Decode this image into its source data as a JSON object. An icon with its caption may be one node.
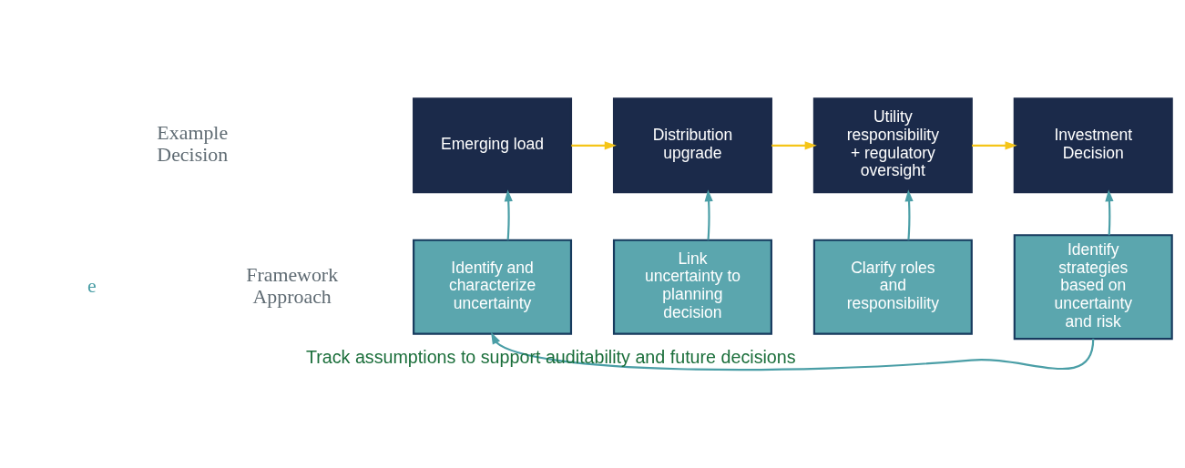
{
  "diagram": {
    "nodes": [
      {
        "text": [
          "Emerging load"
        ]
      },
      {
        "text": [
          "Distribution upgrade"
        ]
      },
      {
        "text": [
          "Utility responsibility + regulatory oversight"
        ]
      },
      {
        "text": [
          "Investment Decision"
        ]
      },
      {
        "text": [
          "Identify and characterize uncertainty"
        ]
      },
      {
        "text": [
          "Link uncertainty to planning decision"
        ]
      },
      {
        "text": [
          "Clarify roles and responsibility"
        ]
      },
      {
        "text": [
          "Identify strategies based on uncertainty and risk"
        ]
      }
    ],
    "edges": [
      {
        "from": 0,
        "to": 1,
        "arrow": "to",
        "color": "#f5c518"
      },
      {
        "from": 1,
        "to": 2,
        "arrow": "to",
        "color": "#f5c518"
      },
      {
        "from": 2,
        "to": 3,
        "arrow": "to",
        "color": "#f5c518"
      },
      {
        "from": 4,
        "to": 0,
        "arrow": "to"
      },
      {
        "from": 5,
        "to": 1,
        "arrow": "to"
      },
      {
        "from": 6,
        "to": 2,
        "arrow": "to"
      },
      {
        "from": 7,
        "to": 3,
        "arrow": "to"
      },
      {
        "from": 7,
        "to": 4,
        "arrow": "to",
        "label": "Track assumptions to support auditability and future decisions"
      }
    ],
    "labels": [
      "Example Decision",
      "e",
      "Framework Approach"
    ]
  }
}
